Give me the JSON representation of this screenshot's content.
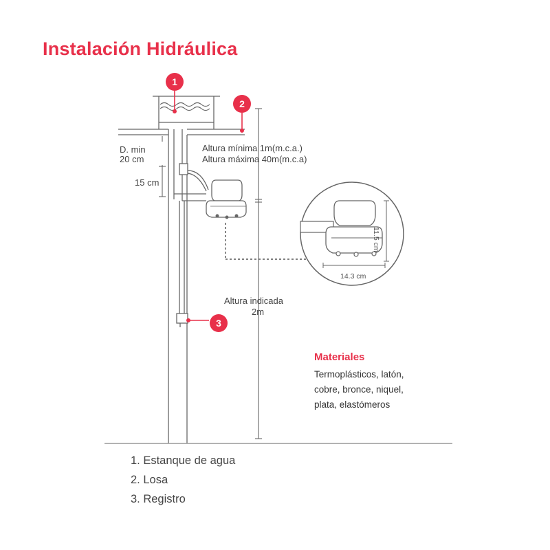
{
  "title": "Instalación Hidráulica",
  "badges": [
    "1",
    "2",
    "3"
  ],
  "labels": {
    "d_min_line1": "D. min",
    "d_min_line2": "20 cm",
    "fifteen_cm": "15 cm",
    "altura_minima": "Altura mínima 1m(m.c.a.)",
    "altura_maxima": "Altura máxima 40m(m.c.a)",
    "altura_indicada": "Altura indicada",
    "altura_indicada_value": "2m"
  },
  "detail": {
    "height_dim": "11.5 cm",
    "width_dim": "14.3 cm"
  },
  "materials": {
    "title": "Materiales",
    "lines": [
      "Termoplásticos, latón,",
      "cobre, bronce, niquel,",
      "plata, elastómeros"
    ]
  },
  "legend": [
    "1. Estanque de agua",
    "2. Losa",
    "3. Registro"
  ],
  "colors": {
    "accent": "#e8304a",
    "line": "#555555"
  }
}
